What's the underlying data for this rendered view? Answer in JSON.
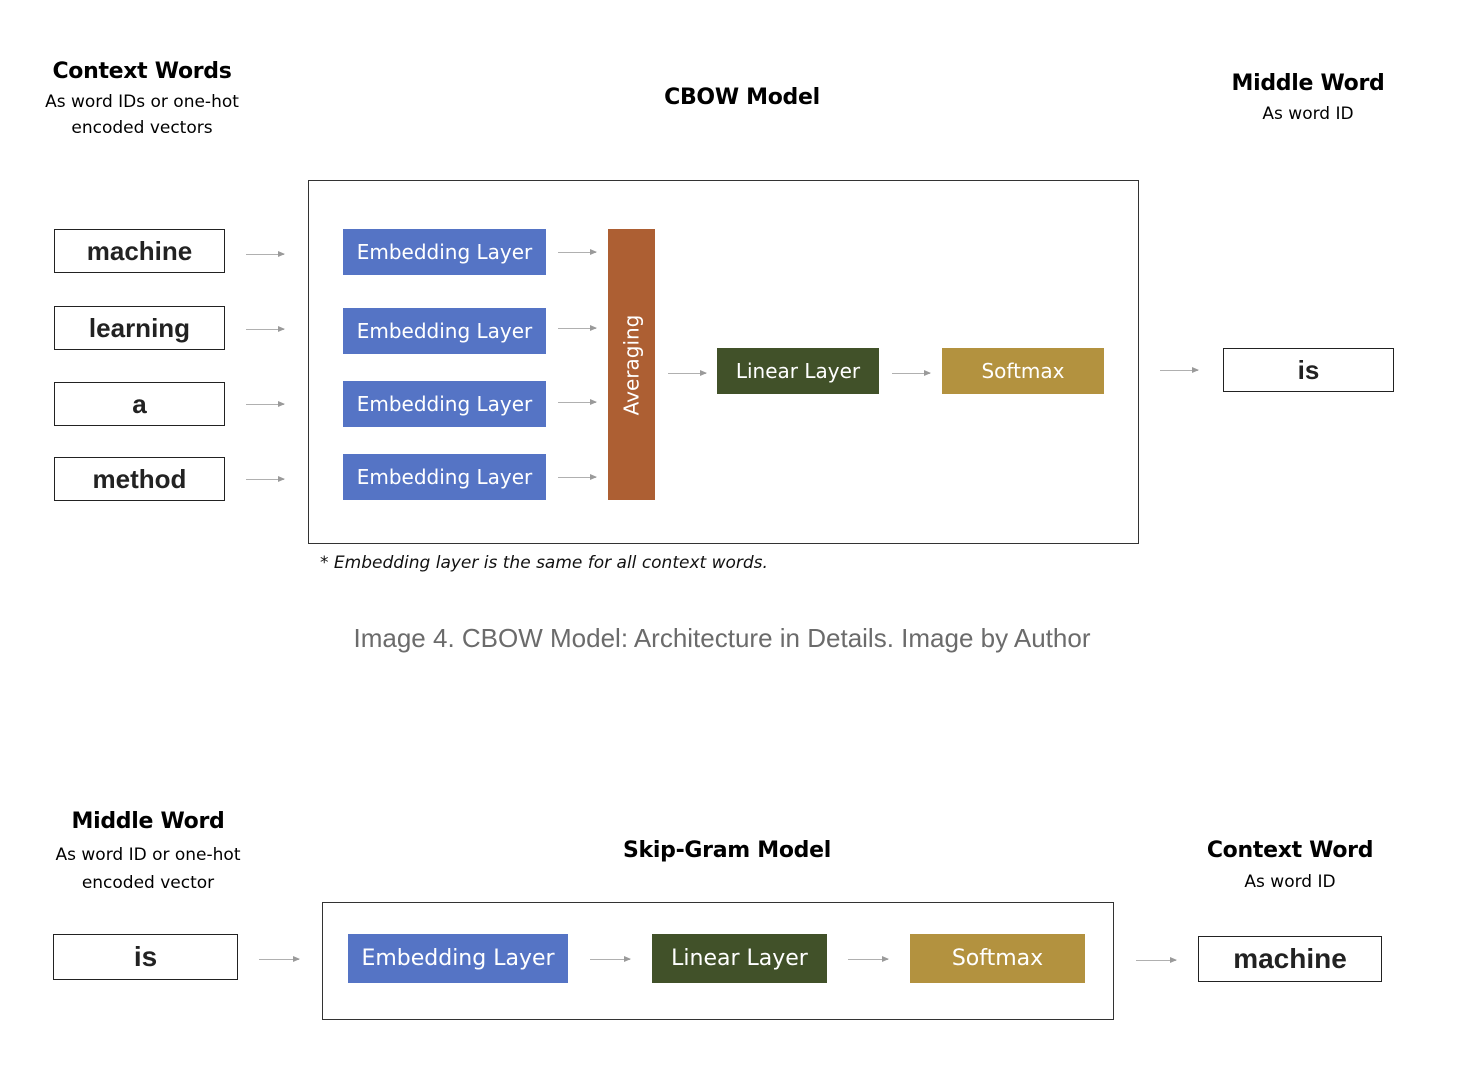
{
  "cbow": {
    "context_header": {
      "title": "Context Words",
      "subtitle_line1": "As word IDs or one-hot",
      "subtitle_line2": "encoded vectors"
    },
    "model_title": "CBOW Model",
    "middle_header": {
      "title": "Middle Word",
      "subtitle": "As word ID"
    },
    "context_words": [
      "machine",
      "learning",
      "a",
      "method"
    ],
    "embedding_label": "Embedding Layer",
    "averaging_label": "Averaging",
    "linear_label": "Linear Layer",
    "softmax_label": "Softmax",
    "output_word": "is",
    "note": "* Embedding layer is the same for all context words."
  },
  "caption": "Image 4. CBOW Model: Architecture in Details. Image by Author",
  "skipgram": {
    "middle_header": {
      "title": "Middle Word",
      "subtitle_line1": "As word ID or one-hot",
      "subtitle_line2": "encoded vector"
    },
    "model_title": "Skip-Gram Model",
    "context_header": {
      "title": "Context Word",
      "subtitle": "As word ID"
    },
    "input_word": "is",
    "embedding_label": "Embedding Layer",
    "linear_label": "Linear Layer",
    "softmax_label": "Softmax",
    "output_word": "machine"
  },
  "colors": {
    "embedding": "#5574c5",
    "linear": "#415129",
    "softmax": "#b3923f",
    "averaging": "#ad5f33",
    "caption": "#6b6b6b"
  }
}
